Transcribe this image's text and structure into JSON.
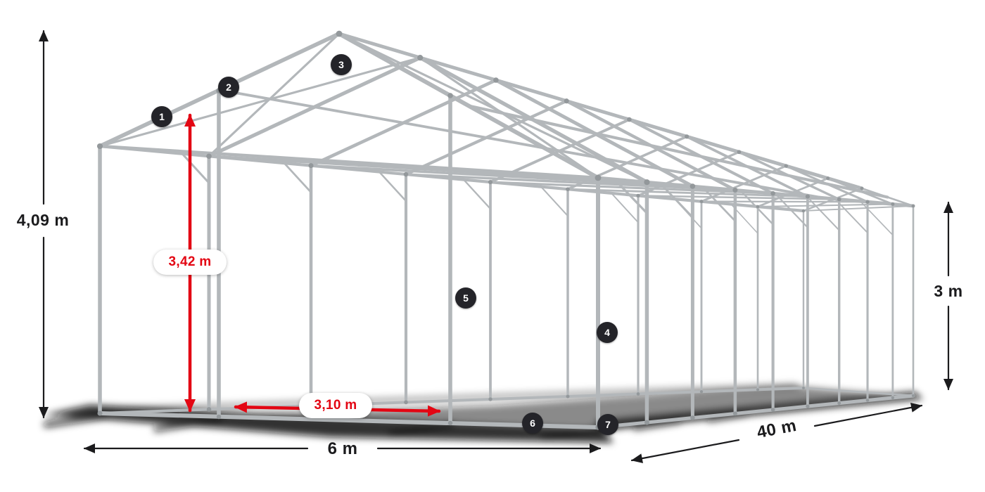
{
  "diagram": {
    "dimensions": {
      "total_height": "4,09 m",
      "inner_height": "3,42 m",
      "side_height": "3 m",
      "inner_width": "3,10 m",
      "width": "6 m",
      "length": "40 m"
    },
    "markers": [
      "1",
      "2",
      "3",
      "4",
      "5",
      "6",
      "7"
    ],
    "colors": {
      "accent_red": "#e30613",
      "frame_gray": "#b3b7ba",
      "connector_gray": "#93989b",
      "dim_black": "#1b1b1d",
      "badge_bg": "#242429",
      "shadow": "#0d0d0d"
    }
  }
}
